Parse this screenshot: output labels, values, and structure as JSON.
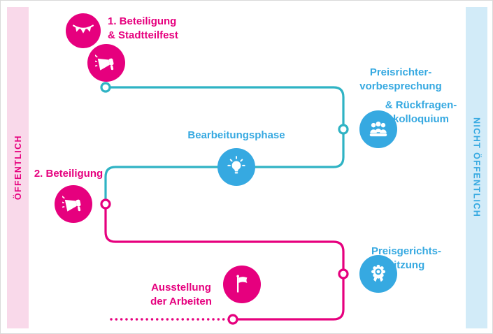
{
  "colors": {
    "pink": "#e6007e",
    "blue": "#36a9e1",
    "teal": "#2fb3c4",
    "pinkband": "#f9d9ea",
    "blueband": "#d2ebf8"
  },
  "bands": {
    "left": "ÖFFENTLICH",
    "right": "NICHT ÖFFENTLICH"
  },
  "stations": {
    "beteiligung1": {
      "icon": [
        "bunting-icon",
        "megaphone-icon"
      ],
      "lines": [
        "1. Beteiligung",
        "& Stadtteilfest"
      ]
    },
    "preisrichter": {
      "icon": "jury-people-icon",
      "lines_top": [
        "Preisrichter-",
        "vorbesprechung"
      ],
      "lines_bottom": [
        "& Rückfragen-",
        "kolloquium"
      ]
    },
    "bearbeitung": {
      "icon": "lightbulb-icon",
      "lines": [
        "Bearbeitungsphase"
      ]
    },
    "beteiligung2": {
      "icon": "megaphone-icon",
      "lines": [
        "2. Beteiligung"
      ]
    },
    "preisgericht": {
      "icon": "medal-icon",
      "lines": [
        "Preisgerichts-",
        "sitzung"
      ]
    },
    "ausstellung": {
      "icon": "flag-icon",
      "lines": [
        "Ausstellung",
        "der Arbeiten"
      ]
    }
  }
}
